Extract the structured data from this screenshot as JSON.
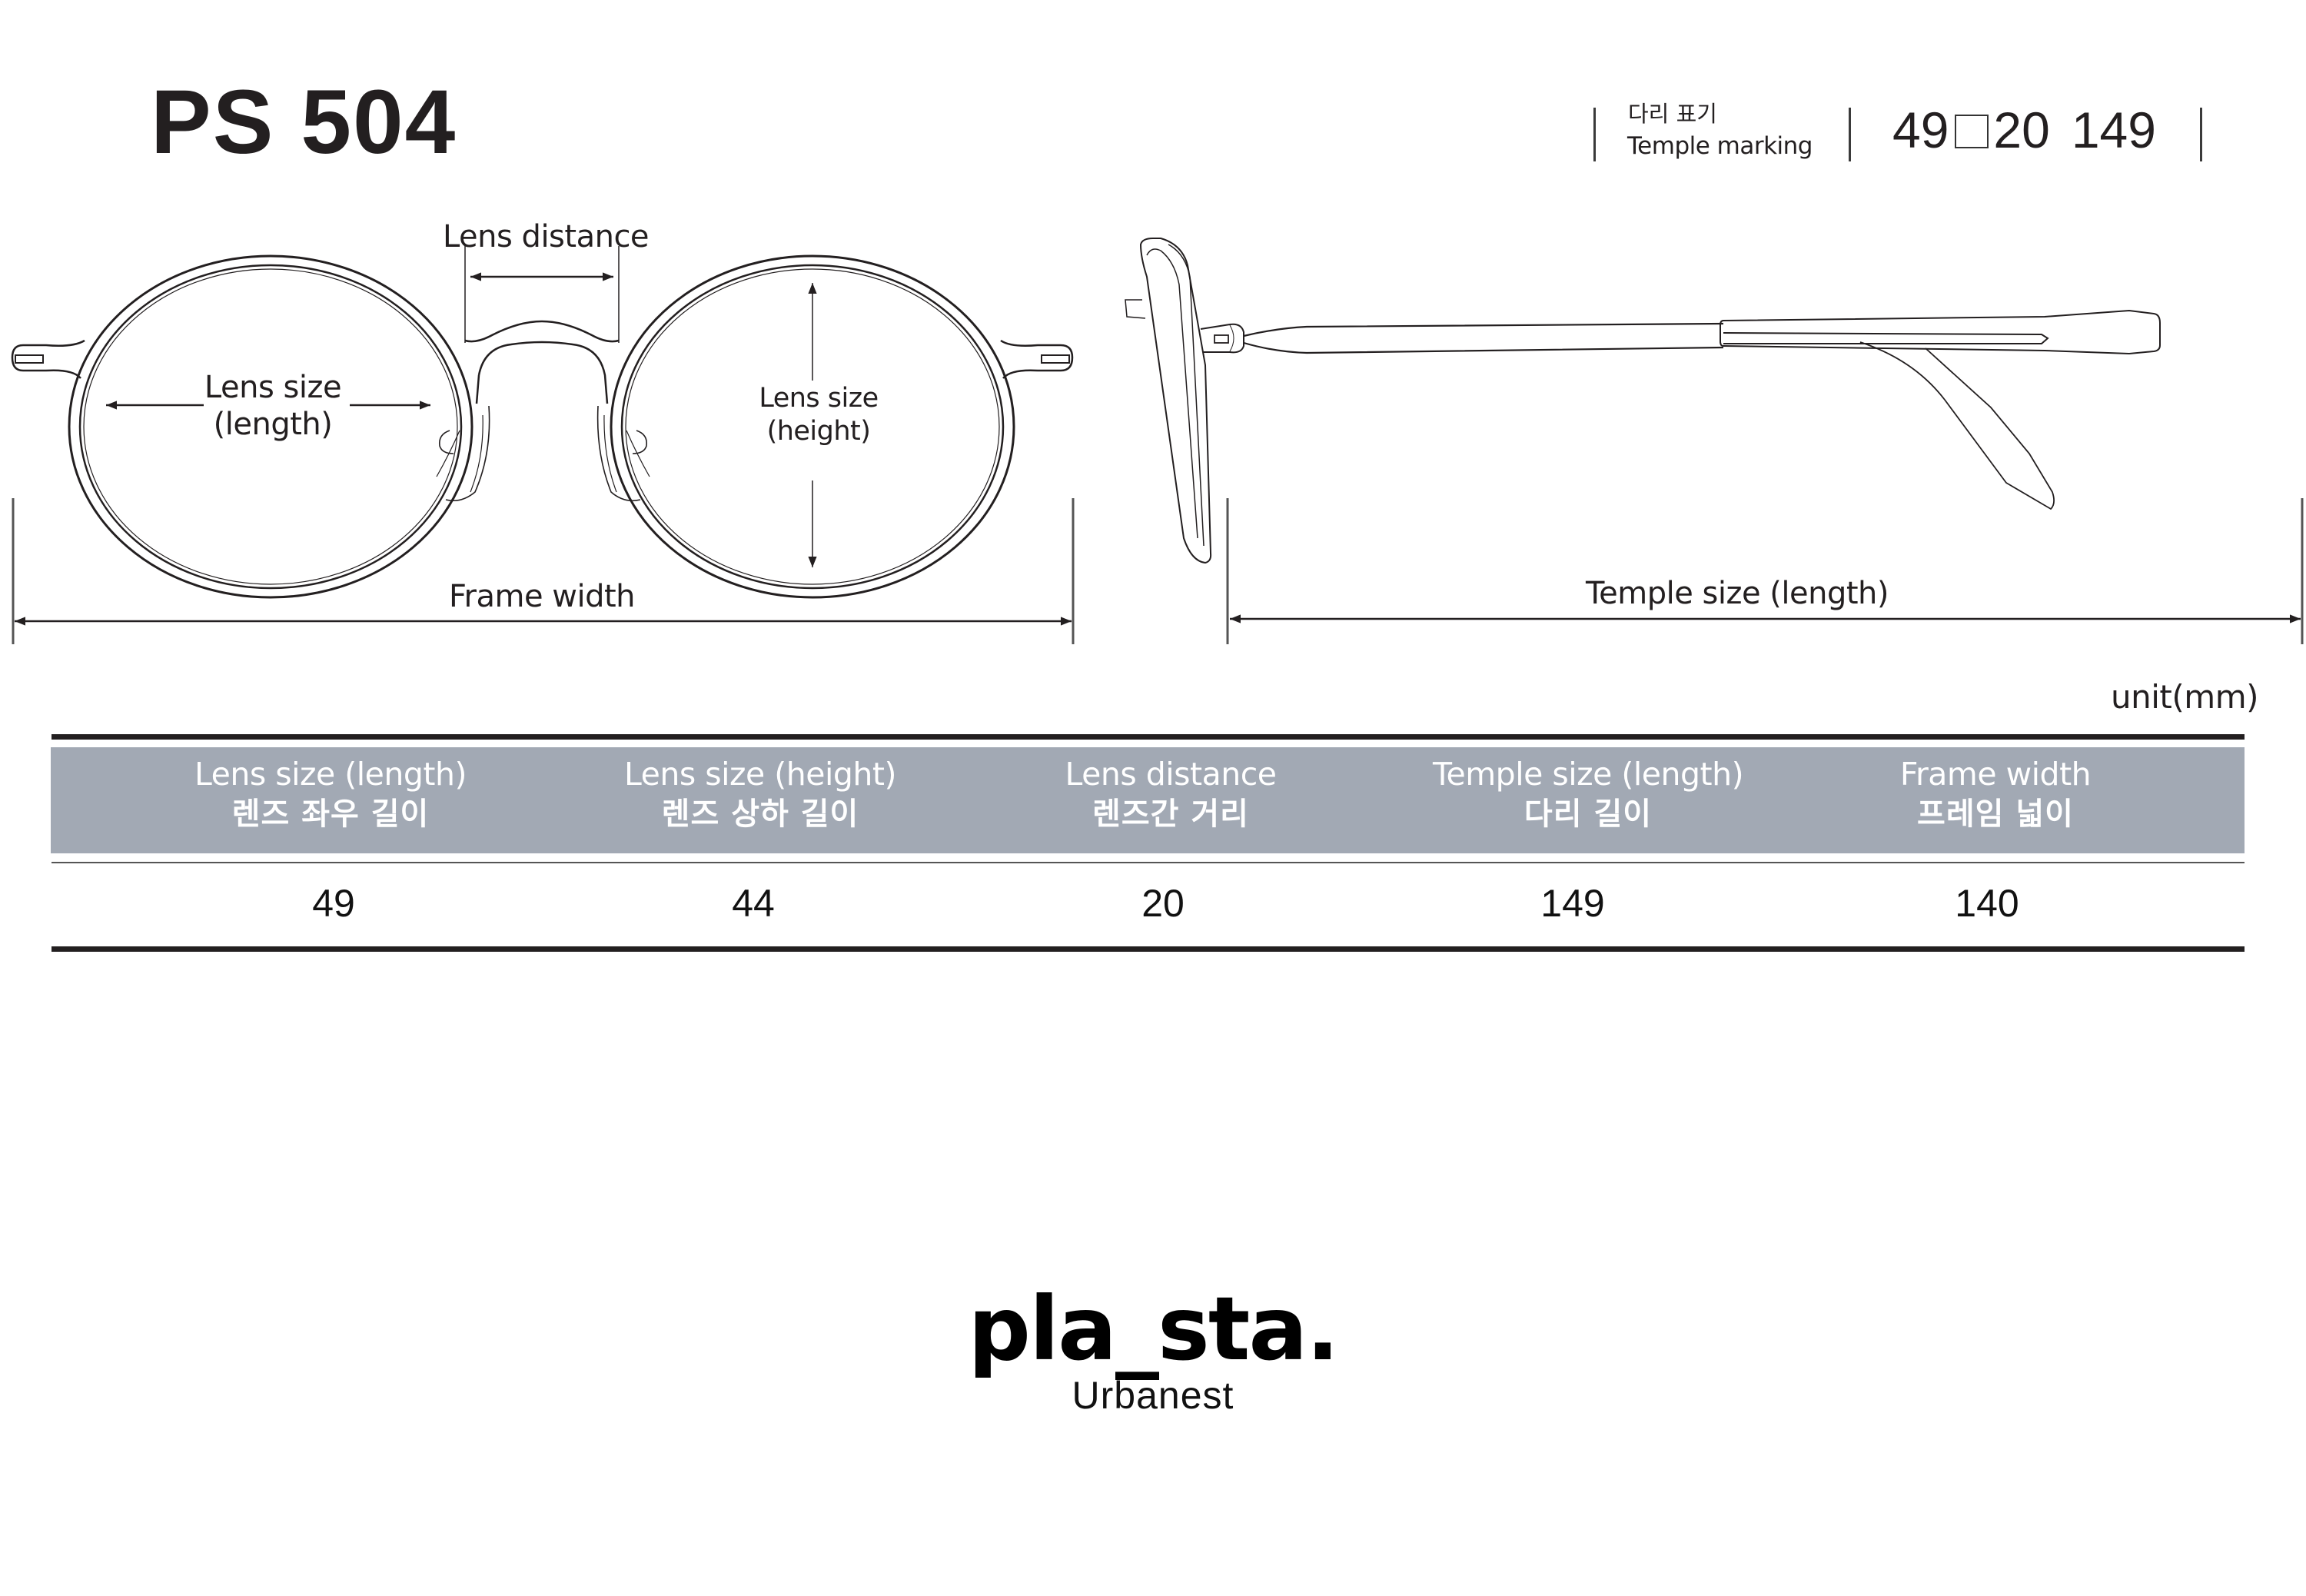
{
  "header": {
    "model": "PS 504",
    "model_parts": [
      "PS",
      "504"
    ],
    "temple_marking": {
      "label_ko": "다리 표기",
      "label_en": "Temple marking",
      "lens": "49",
      "bridge": "20",
      "temple": "149",
      "separator_icon": "square"
    }
  },
  "front_view": {
    "labels": {
      "lens_distance": "Lens distance",
      "lens_length_line1": "Lens size",
      "lens_length_line2": "(length)",
      "lens_height_line1": "Lens size",
      "lens_height_line2": "(height)",
      "frame_width": "Frame width"
    }
  },
  "side_view": {
    "labels": {
      "temple_size": "Temple size (length)"
    }
  },
  "table": {
    "unit": "unit(mm)",
    "header_bg": "#a2a9b4",
    "columns": [
      {
        "en": "Lens size (length)",
        "ko": "렌즈 좌우 길이",
        "value": "49"
      },
      {
        "en": "Lens size (height)",
        "ko": "렌즈 상하 길이",
        "value": "44"
      },
      {
        "en": "Lens distance",
        "ko": "렌즈간 거리",
        "value": "20"
      },
      {
        "en": "Temple size (length)",
        "ko": "다리 길이",
        "value": "149"
      },
      {
        "en": "Frame width",
        "ko": "프레임 넓이",
        "value": "140"
      }
    ]
  },
  "brand": {
    "logo": "pla_sta.",
    "tagline": "Urbanest"
  }
}
